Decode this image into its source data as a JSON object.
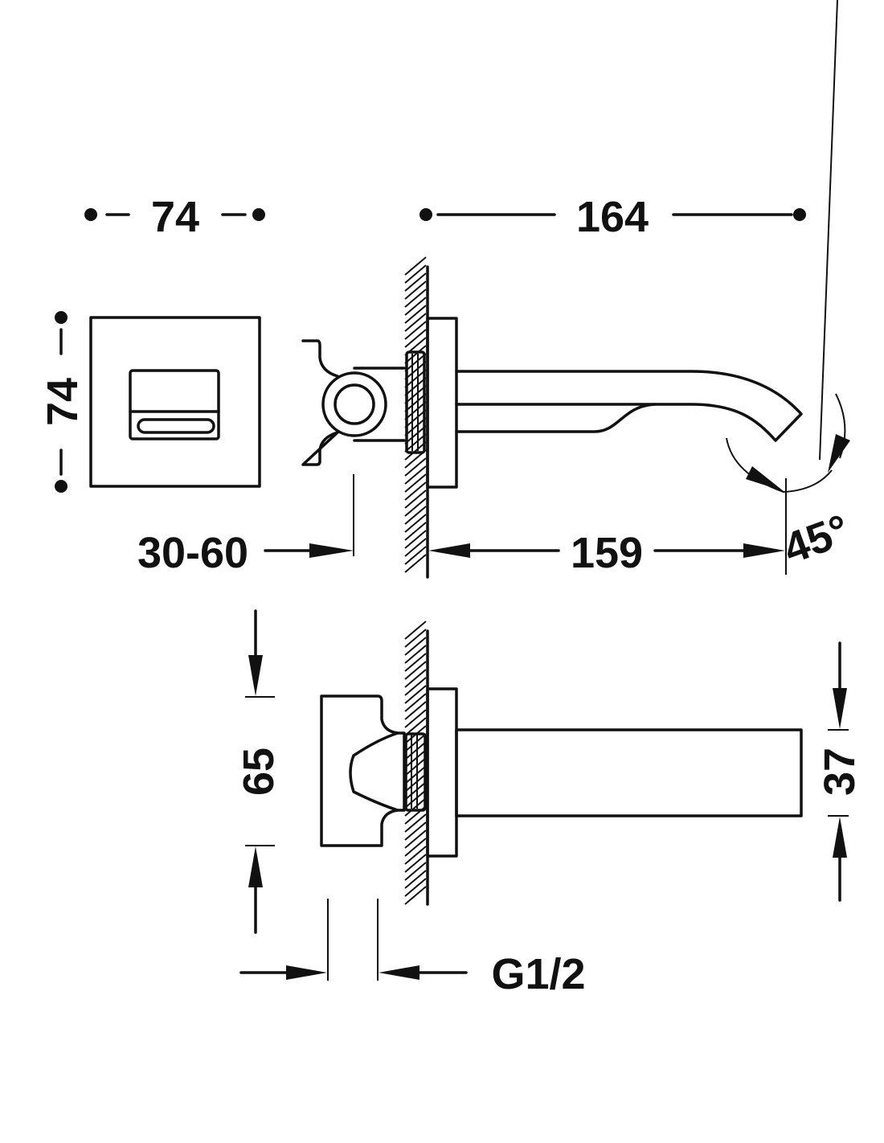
{
  "dimensions": {
    "front_width": "74",
    "total_depth": "164",
    "front_height": "74",
    "wall_gap": "30-60",
    "spout_projection": "159",
    "swivel_angle": "45°",
    "handle_height": "65",
    "spout_height": "37",
    "connection": "G1/2"
  },
  "colors": {
    "line": "#111111",
    "background": "#ffffff"
  }
}
